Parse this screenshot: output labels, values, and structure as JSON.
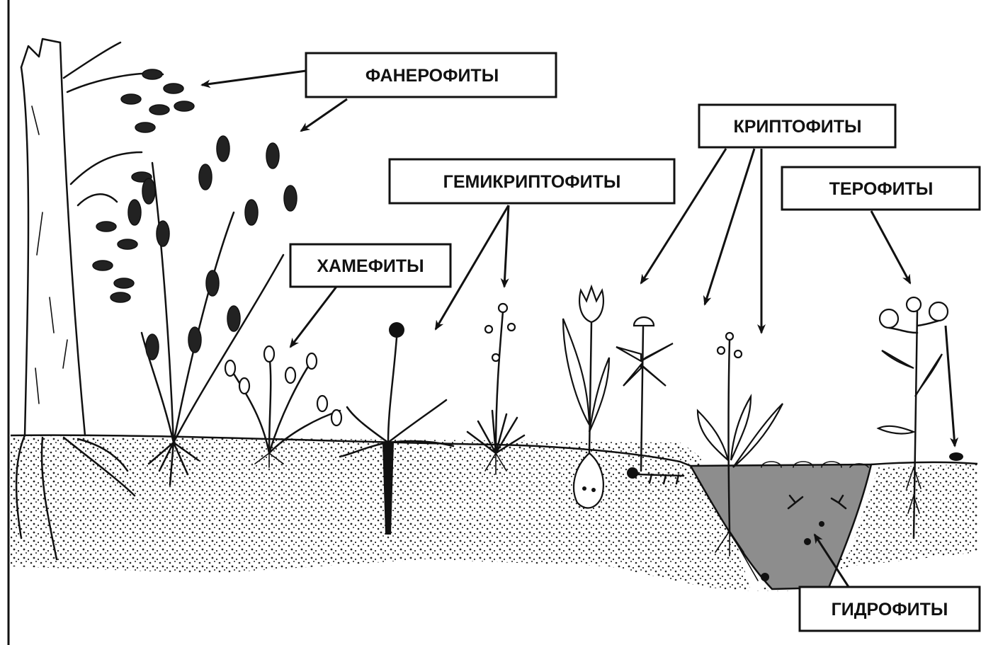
{
  "labels": {
    "phanerophytes": "ФАНЕРОФИТЫ",
    "cryptophytes": "КРИПТОФИТЫ",
    "hemicryptophytes": "ГЕМИКРИПТОФИТЫ",
    "therophytes": "ТЕРОФИТЫ",
    "chamaephytes": "ХАМЕФИТЫ",
    "hydrophytes": "ГИДРОФИТЫ"
  },
  "colors": {
    "ink": "#111111",
    "background": "#ffffff",
    "water": "#8d8d8d"
  }
}
